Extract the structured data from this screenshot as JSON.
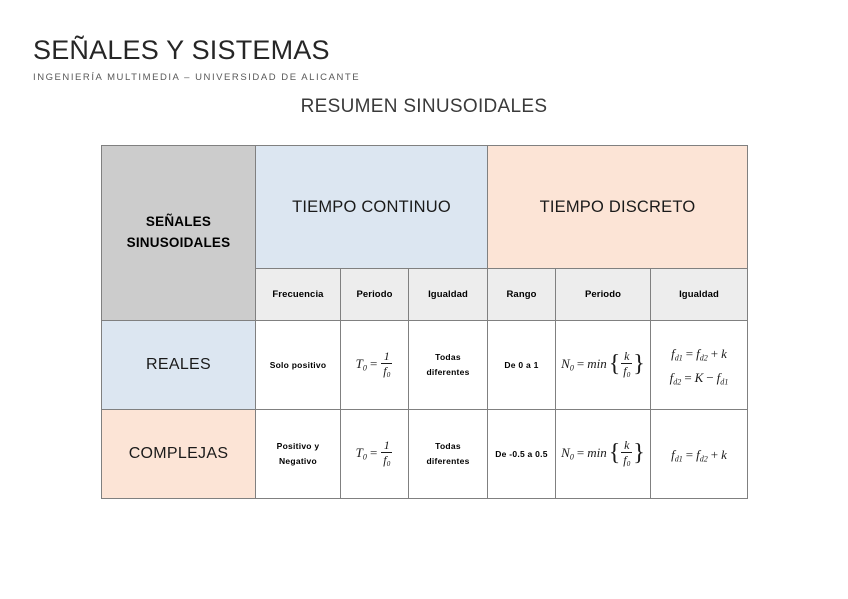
{
  "header": {
    "course_title": "SEÑALES Y SISTEMAS",
    "course_subtitle": "INGENIERÍA MULTIMEDIA – UNIVERSIDAD DE ALICANTE"
  },
  "slide": {
    "title": "RESUMEN SINUSOIDALES"
  },
  "table": {
    "corner_label_line1": "SEÑALES",
    "corner_label_line2": "SINUSOIDALES",
    "groups": [
      {
        "label": "TIEMPO CONTINUO",
        "color": "#dce6f1"
      },
      {
        "label": "TIEMPO DISCRETO",
        "color": "#fce4d6"
      }
    ],
    "columns": [
      "Frecuencia",
      "Periodo",
      "Igualdad",
      "Rango",
      "Periodo",
      "Igualdad"
    ],
    "rows": [
      {
        "label": "REALES",
        "color": "#dce6f1",
        "frecuencia": "Solo positivo",
        "periodo_continuo": {
          "lhs_var": "T",
          "lhs_sub": "0",
          "eq": "=",
          "num": "1",
          "den_var": "f",
          "den_sub": "0"
        },
        "igualdad_continuo_line1": "Todas",
        "igualdad_continuo_line2": "diferentes",
        "rango": "De 0 a 1",
        "periodo_discreto": {
          "lhs_var": "N",
          "lhs_sub": "0",
          "eq": "=",
          "fn": "min",
          "num": "k",
          "den_var": "f",
          "den_sub": "0"
        },
        "igualdad_discreto": [
          {
            "lhs_var": "f",
            "lhs_sub": "d1",
            "eq": "=",
            "rhs_var": "f",
            "rhs_sub": "d2",
            "op": "+",
            "tail": "k"
          },
          {
            "lhs_var": "f",
            "lhs_sub": "d2",
            "eq": "=",
            "rhs_var": "K",
            "rhs_sub": "",
            "op": "−",
            "tail_var": "f",
            "tail_sub": "d1"
          }
        ]
      },
      {
        "label": "COMPLEJAS",
        "color": "#fce4d6",
        "frecuencia_line1": "Positivo y",
        "frecuencia_line2": "Negativo",
        "periodo_continuo": {
          "lhs_var": "T",
          "lhs_sub": "0",
          "eq": "=",
          "num": "1",
          "den_var": "f",
          "den_sub": "0"
        },
        "igualdad_continuo_line1": "Todas",
        "igualdad_continuo_line2": "diferentes",
        "rango": "De -0.5 a 0.5",
        "periodo_discreto": {
          "lhs_var": "N",
          "lhs_sub": "0",
          "eq": "=",
          "fn": "min",
          "num": "k",
          "den_var": "f",
          "den_sub": "0"
        },
        "igualdad_discreto": [
          {
            "lhs_var": "f",
            "lhs_sub": "d1",
            "eq": "=",
            "rhs_var": "f",
            "rhs_sub": "d2",
            "op": "+",
            "tail": "k"
          }
        ]
      }
    ]
  },
  "colors": {
    "gray_header": "#cccccc",
    "blue": "#dce6f1",
    "peach": "#fce4d6",
    "subheader": "#ededed",
    "border": "#808080"
  }
}
